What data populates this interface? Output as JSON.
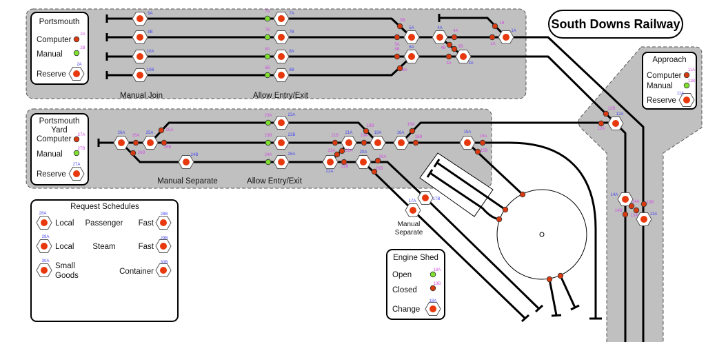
{
  "title": "South Downs Railway",
  "colors": {
    "zone": "#c0c0c0",
    "signal_red": "#e8380d",
    "dot_red": "#d93a10",
    "dot_green": "#7fe030",
    "signal_label": "#4848f0",
    "dot_label": "#d04ee0"
  },
  "portsmouth_legend": {
    "title": "Portsmouth",
    "computer": "Computer",
    "manual": "Manual",
    "reserve": "Reserve"
  },
  "yard_legend": {
    "title_line1": "Portsmouth",
    "title_line2": "Yard",
    "computer": "Computer",
    "manual": "Manual",
    "reserve": "Reserve"
  },
  "approach_legend": {
    "title": "Approach",
    "computer": "Computer",
    "manual": "Manual",
    "reserve": "Reserve"
  },
  "top_zone": {
    "manual_join": "Manual Join",
    "allow_entry_exit": "Allow Entry/Exit"
  },
  "yard_zone": {
    "manual_separate": "Manual Separate",
    "allow_entry_exit": "Allow Entry/Exit"
  },
  "shed_area": {
    "manual_line1": "Manual",
    "manual_line2": "Separate"
  },
  "request_schedules": {
    "title": "Request Schedules",
    "row1": {
      "left": "Local",
      "middle": "Passenger",
      "right": "Fast"
    },
    "row2": {
      "left": "Local",
      "middle": "Steam",
      "right": "Fast"
    },
    "row3": {
      "left_line1": "Small",
      "left_line2": "Goods",
      "right": "Container"
    }
  },
  "engine_shed": {
    "title": "Engine Shed",
    "open": "Open",
    "closed": "Closed",
    "change": "Change"
  },
  "signals": [
    "9A",
    "9B",
    "10A",
    "10B",
    "7A",
    "7B",
    "8A",
    "8B",
    "5A",
    "6A",
    "4A",
    "3A",
    "1A",
    "12A",
    "26A",
    "25A",
    "24B",
    "23A",
    "23B",
    "26A",
    "21A",
    "19A",
    "16A",
    "15A",
    "22A",
    "20A",
    "17B",
    "17A",
    "14A",
    "13A",
    "2A",
    "27A",
    "11A",
    "28A",
    "28B",
    "29A",
    "29B",
    "30A",
    "30B",
    "18A"
  ],
  "dots": [
    {
      "label": "7A",
      "color": "green"
    },
    {
      "label": "7B",
      "color": "green"
    },
    {
      "label": "8A",
      "color": "green"
    },
    {
      "label": "8B",
      "color": "green"
    },
    {
      "label": "5B",
      "color": "red"
    },
    {
      "label": "5A",
      "color": "red"
    },
    {
      "label": "6B",
      "color": "red"
    },
    {
      "label": "6A",
      "color": "red"
    },
    {
      "label": "4A",
      "color": "red"
    },
    {
      "label": "4B",
      "color": "red"
    },
    {
      "label": "3B",
      "color": "red"
    },
    {
      "label": "3A",
      "color": "red"
    },
    {
      "label": "1A",
      "color": "red"
    },
    {
      "label": "1B",
      "color": "red"
    },
    {
      "label": "2A",
      "color": "red"
    },
    {
      "label": "2B",
      "color": "green"
    },
    {
      "label": "26A",
      "color": "red"
    },
    {
      "label": "25A",
      "color": "red"
    },
    {
      "label": "25B",
      "color": "red"
    },
    {
      "label": "26B",
      "color": "red"
    },
    {
      "label": "23A",
      "color": "green"
    },
    {
      "label": "23B",
      "color": "green"
    },
    {
      "label": "24A",
      "color": "green"
    },
    {
      "label": "21B",
      "color": "red"
    },
    {
      "label": "19A",
      "color": "red"
    },
    {
      "label": "19B",
      "color": "red"
    },
    {
      "label": "16A",
      "color": "red"
    },
    {
      "label": "16B",
      "color": "red"
    },
    {
      "label": "15A",
      "color": "red"
    },
    {
      "label": "15B",
      "color": "red"
    },
    {
      "label": "22A",
      "color": "red"
    },
    {
      "label": "21A",
      "color": "red"
    },
    {
      "label": "22B",
      "color": "red"
    },
    {
      "label": "20A",
      "color": "red"
    },
    {
      "label": "20B",
      "color": "red"
    },
    {
      "label": "27A",
      "color": "red"
    },
    {
      "label": "27B",
      "color": "green"
    },
    {
      "label": "12B",
      "color": "red"
    },
    {
      "label": "12A",
      "color": "red"
    },
    {
      "label": "14A",
      "color": "red"
    },
    {
      "label": "14B",
      "color": "red"
    },
    {
      "label": "13A",
      "color": "red"
    },
    {
      "label": "13B",
      "color": "red"
    },
    {
      "label": "11A",
      "color": "red"
    },
    {
      "label": "11B",
      "color": "green"
    },
    {
      "label": "18A",
      "color": "green"
    },
    {
      "label": "18B",
      "color": "red"
    },
    {
      "label": "",
      "color": "red"
    },
    {
      "label": "",
      "color": "red"
    },
    {
      "label": "",
      "color": "red"
    },
    {
      "label": "",
      "color": "red"
    },
    {
      "label": "",
      "color": "red"
    }
  ]
}
